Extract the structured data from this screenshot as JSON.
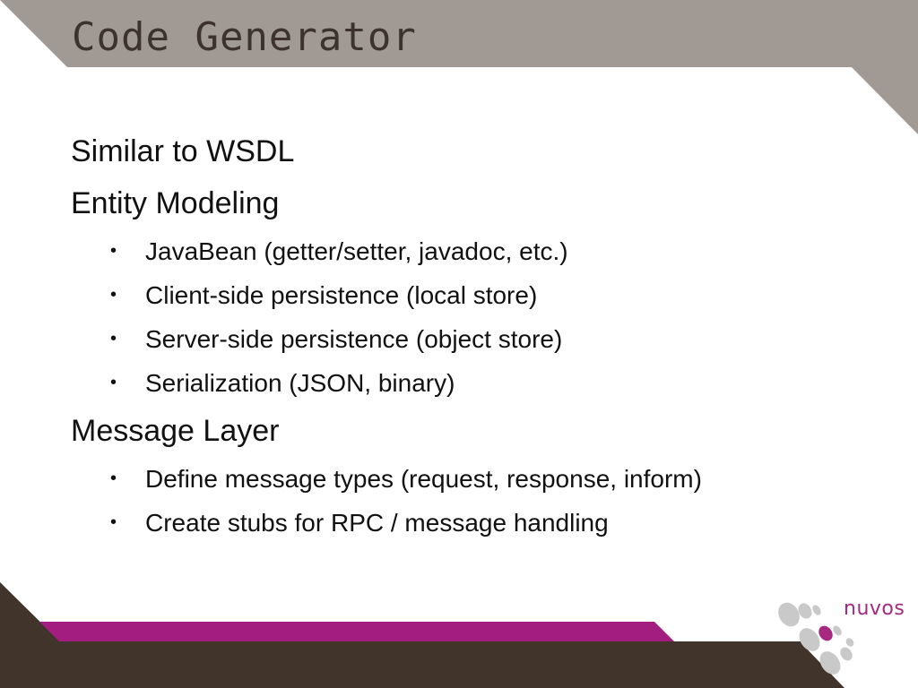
{
  "slide": {
    "title": "Code Generator",
    "items": [
      {
        "text": "Similar to WSDL",
        "sub": []
      },
      {
        "text": "Entity Modeling",
        "sub": [
          "JavaBean (getter/setter, javadoc, etc.)",
          "Client-side persistence (local store)",
          "Server-side persistence (object store)",
          "Serialization (JSON, binary)"
        ]
      },
      {
        "text": "Message Layer",
        "sub": [
          "Define message types (request, response, inform)",
          "Create stubs for RPC / message handling"
        ]
      }
    ],
    "bullet_symbol": "•"
  },
  "logo": {
    "text": "nuvos",
    "icon": "nuvos-dots-icon"
  },
  "colors": {
    "header_band": "#a19a94",
    "footer_dark": "#40342b",
    "accent_magenta": "#a31c80",
    "text": "#111111",
    "logo_text": "#a7287f",
    "logo_dots": "#c5c5c5"
  }
}
